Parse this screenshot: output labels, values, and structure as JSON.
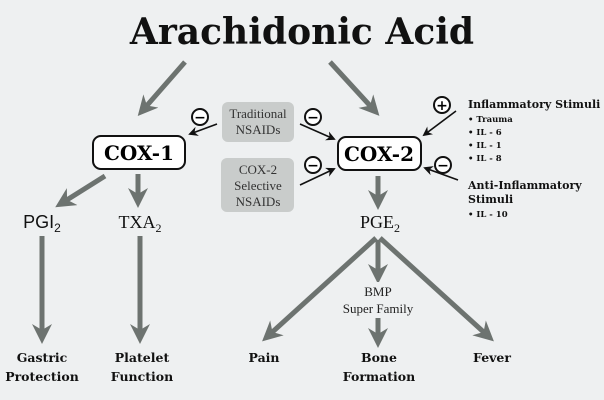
{
  "title": "Arachidonic Acid",
  "enzymes": {
    "cox1": "COX-1",
    "cox2": "COX-2"
  },
  "inhibitors": {
    "traditional": [
      "Traditional",
      "NSAIDs"
    ],
    "selective": [
      "COX-2",
      "Selective",
      "NSAIDs"
    ]
  },
  "signs": {
    "minus": "−",
    "plus": "+"
  },
  "inflammatory": {
    "heading": "Inflammatory Stimuli",
    "items": [
      "• Trauma",
      "• IL - 6",
      "• IL - 1",
      "• IL - 8"
    ]
  },
  "anti": {
    "heading": [
      "Anti-Inflammatory",
      "Stimuli"
    ],
    "items": [
      "• IL - 10"
    ]
  },
  "products": {
    "pgi2": "PGI",
    "pgi2_sub": "2",
    "txa2": "TXA",
    "txa2_sub": "2",
    "pge2": "PGE",
    "pge2_sub": "2"
  },
  "bmp": [
    "BMP",
    "Super Family"
  ],
  "outcomes": {
    "gastric": [
      "Gastric",
      "Protection"
    ],
    "platelet": [
      "Platelet",
      "Function"
    ],
    "pain": "Pain",
    "bone": [
      "Bone",
      "Formation"
    ],
    "fever": "Fever"
  }
}
